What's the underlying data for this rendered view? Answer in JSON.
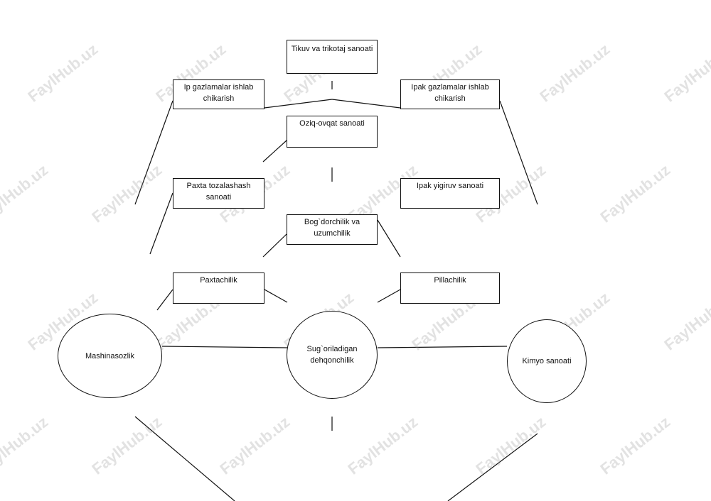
{
  "nodes": {
    "tikuv": "Tikuv va trikotaj sanoati",
    "ip_gazlama": "Ip gazlamalar ishlab chikarish",
    "ipak_gazlama": "Ipak gazlamalar ishlab chikarish",
    "oziq_ovqat": "Oziq-ovqat sanoati",
    "paxta_tozalash": "Paxta tozalashash sanoati",
    "ipak_yigiruv": "Ipak yigiruv sanoati",
    "bogdorchilik": "Bog`dorchilik va uzumchilik",
    "paxtachilik": "Paxtachilik",
    "pillachilik": "Pillachilik",
    "mashinasozlik": "Mashinasozlik",
    "sugoriladigan": "Sug`oriladigan dehqonchilik",
    "kimyo": "Kimyo sanoati"
  },
  "watermark": "FaylHub.uz",
  "colors": {
    "line": "#111111",
    "watermark": "#969696"
  }
}
